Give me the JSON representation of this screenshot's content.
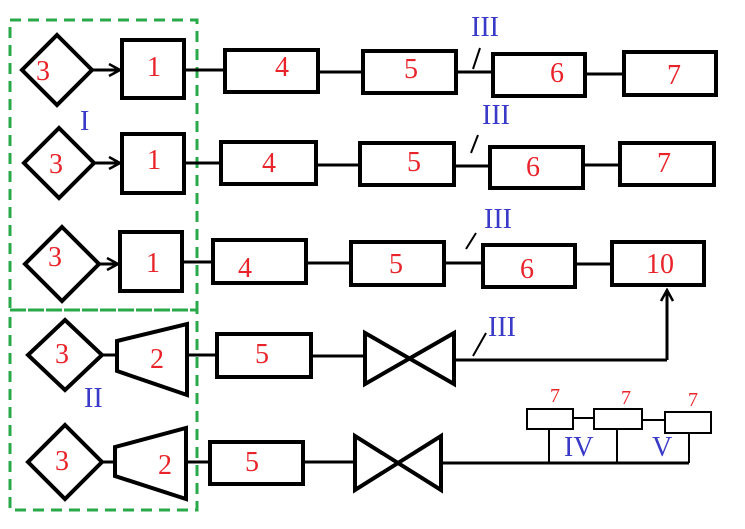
{
  "colors": {
    "numbers": "#e8232a",
    "roman": "#3a3ac8",
    "dashed_group": "#2aa94a",
    "lines": "#000000"
  },
  "groups": {
    "group_1": "I",
    "group_2": "II"
  },
  "rows": [
    {
      "diamond": "3",
      "unit": "1",
      "boxes": [
        "4",
        "5",
        "6",
        "7"
      ],
      "marker": "III"
    },
    {
      "diamond": "3",
      "unit": "1",
      "boxes": [
        "4",
        "5",
        "6",
        "7"
      ],
      "marker": "III"
    },
    {
      "diamond": "3",
      "unit": "1",
      "boxes": [
        "4",
        "5",
        "6",
        "10"
      ],
      "marker": "III"
    },
    {
      "diamond": "3",
      "unit": "2",
      "boxes": [
        "5"
      ],
      "marker": "III"
    },
    {
      "diamond": "3",
      "unit": "2",
      "boxes": [
        "5"
      ]
    }
  ],
  "consumers": {
    "labels": [
      "7",
      "7",
      "7"
    ],
    "section_labels": [
      "IV",
      "V"
    ]
  }
}
